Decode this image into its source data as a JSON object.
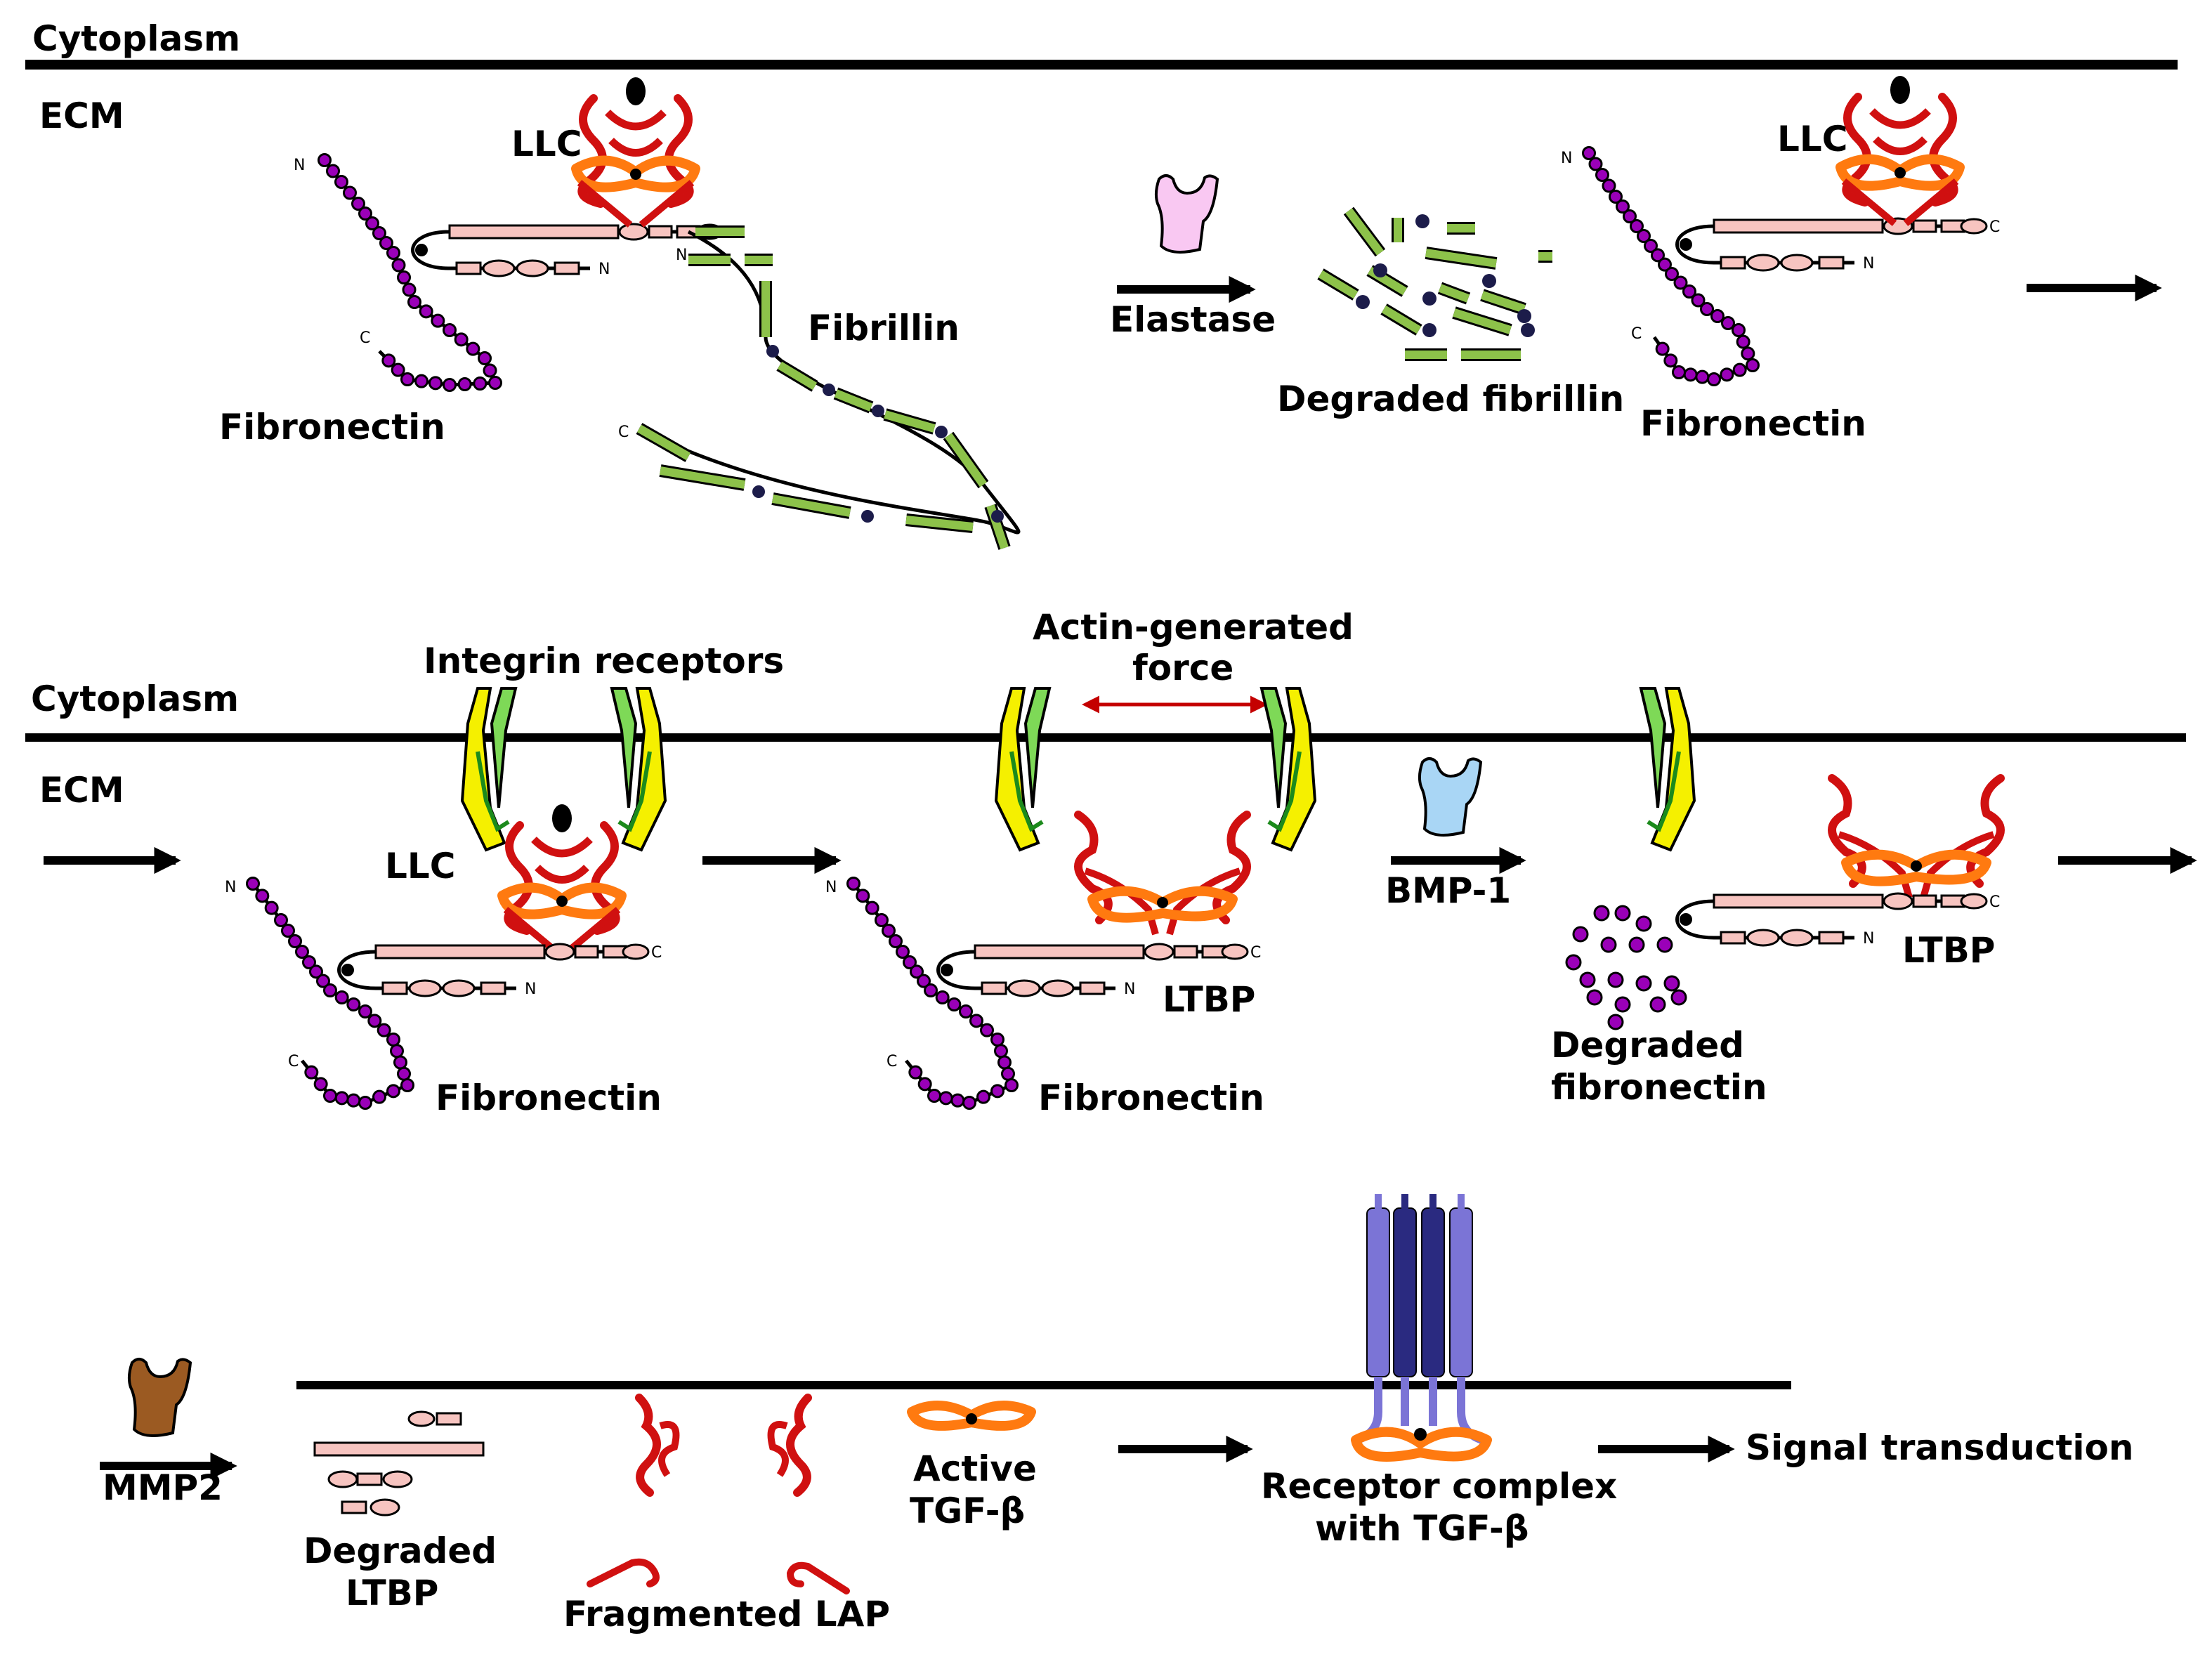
{
  "labels": {
    "cytoplasm_1": "Cytoplasm",
    "ecm_1": "ECM",
    "llc_1": "LLC",
    "fibrillin": "Fibrillin",
    "fibronectin_1": "Fibronectin",
    "elastase": "Elastase",
    "degraded_fibrillin": "Degraded fibrillin",
    "llc_2": "LLC",
    "fibronectin_2": "Fibronectin",
    "integrin_receptors": "Integrin receptors",
    "actin_line1": "Actin-generated",
    "actin_line2": "force",
    "cytoplasm_2": "Cytoplasm",
    "ecm_2": "ECM",
    "llc_3": "LLC",
    "fibronectin_3": "Fibronectin",
    "ltbp_1": "LTBP",
    "fibronectin_4": "Fibronectin",
    "bmp1": "BMP-1",
    "ltbp_2": "LTBP",
    "degraded_fn_line1": "Degraded",
    "degraded_fn_line2": "fibronectin",
    "mmp2": "MMP2",
    "degraded_ltbp_line1": "Degraded",
    "degraded_ltbp_line2": "LTBP",
    "fragmented_lap": "Fragmented LAP",
    "active_line1": "Active",
    "active_line2": "TGF-β",
    "receptor_line1": "Receptor complex",
    "receptor_line2": "with TGF-β",
    "signal_transduction": "Signal transduction"
  },
  "terminals": {
    "n": "N",
    "c": "C"
  },
  "colors": {
    "membrane": "#000000",
    "fibronectin_bead": "#9a00b8",
    "fibrillin_segment": "#8dc24a",
    "fibrillin_dot": "#1c1c4a",
    "ltbp_domain": "#f7c4c0",
    "lap_red": "#d01010",
    "tgf_orange": "#ff7a10",
    "integrin_yellow": "#f5f000",
    "integrin_green": "#7ed957",
    "elastase_pink": "#f9c8f2",
    "bmp1_blue": "#a9d6f5",
    "mmp2_brown": "#9b5a22",
    "receptor_light": "#7b74d6",
    "receptor_dark": "#2a2a80",
    "arrow_red": "#c40000"
  }
}
